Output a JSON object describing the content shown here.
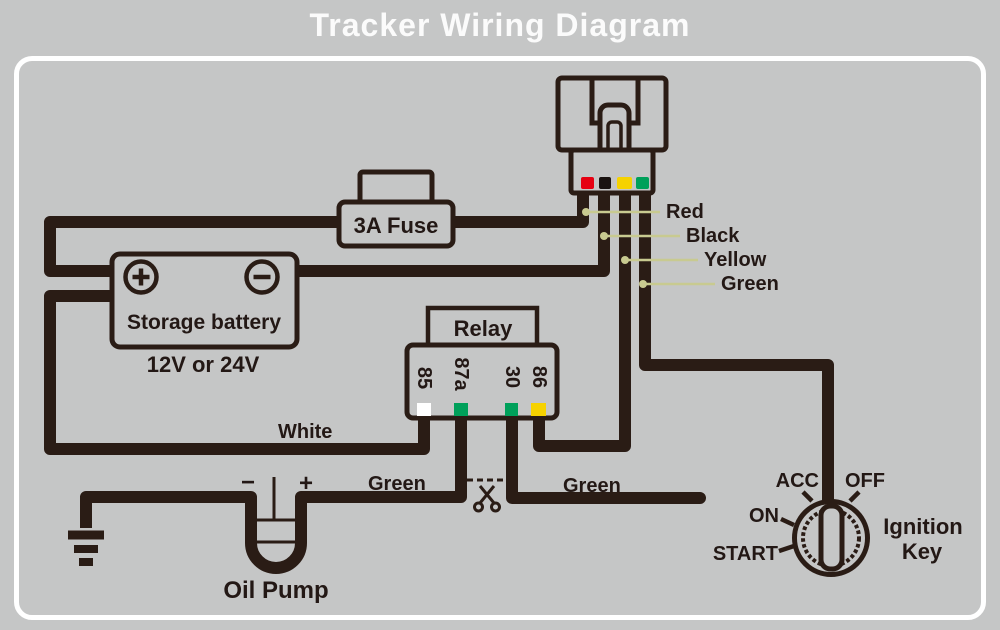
{
  "title": "Tracker Wiring Diagram",
  "colors": {
    "red": "#e60012",
    "black": "#1a1311",
    "yellow": "#f6d200",
    "green": "#00a05a",
    "white": "#ffffff",
    "wire": "#2a1c15",
    "leader": "#c8ca90",
    "background": "#c5c6c6"
  },
  "connector": {
    "wire_labels": {
      "red": "Red",
      "black": "Black",
      "yellow": "Yellow",
      "green": "Green"
    }
  },
  "fuse": {
    "label": "3A Fuse"
  },
  "battery": {
    "label": "Storage battery",
    "voltage": "12V or 24V"
  },
  "relay": {
    "label": "Relay",
    "pins": [
      "85",
      "87a",
      "30",
      "86"
    ]
  },
  "wire_tags": {
    "white": "White",
    "green_left": "Green",
    "green_right": "Green"
  },
  "oil_pump": {
    "label": "Oil Pump",
    "minus": "−",
    "plus": "+"
  },
  "ignition": {
    "acc": "ACC",
    "off": "OFF",
    "on": "ON",
    "start": "START",
    "title_line1": "Ignition",
    "title_line2": "Key"
  }
}
